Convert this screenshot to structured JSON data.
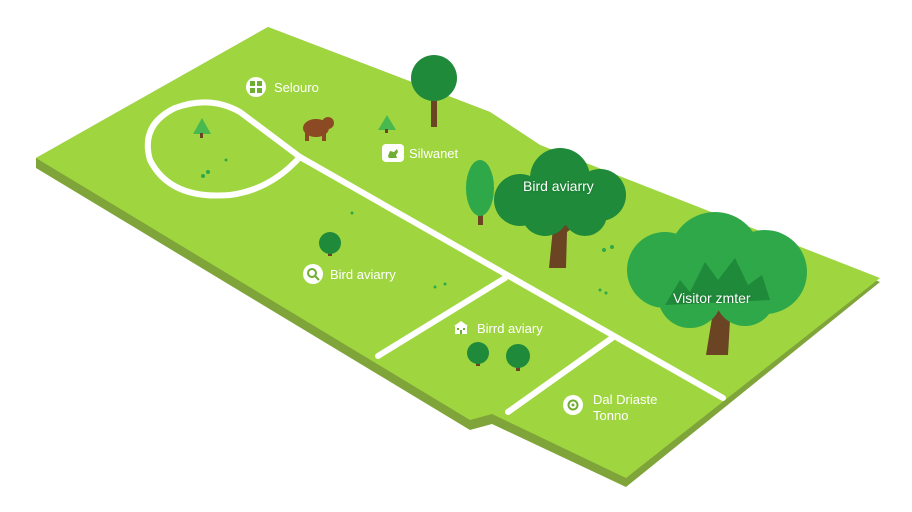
{
  "colors": {
    "ground": "#9fd63f",
    "ground_edge": "#7fa53a",
    "path": "#ffffff",
    "tree_dark": "#1f8a3a",
    "tree_mid": "#2fa84a",
    "tree_light": "#48b94f",
    "trunk": "#6b4423",
    "animal": "#8b4a24"
  },
  "labels": {
    "selouro": "Selouro",
    "silwanet": "Silwanet",
    "bird_aviarry_tree": "Bird aviarry",
    "visitor_center": "Visitor zmter",
    "bird_aviarry_left": "Bird aviarry",
    "bird_aviary_middle": "Birrd aviary",
    "dal_line1": "Dal Driaste",
    "dal_line2": "Tonno"
  },
  "icons": {
    "selouro": "grid-icon",
    "silwanet": "animal-icon",
    "bird_aviarry_left": "magnifier-icon",
    "bird_aviary_middle": "building-icon",
    "dal": "map-pin-icon"
  }
}
